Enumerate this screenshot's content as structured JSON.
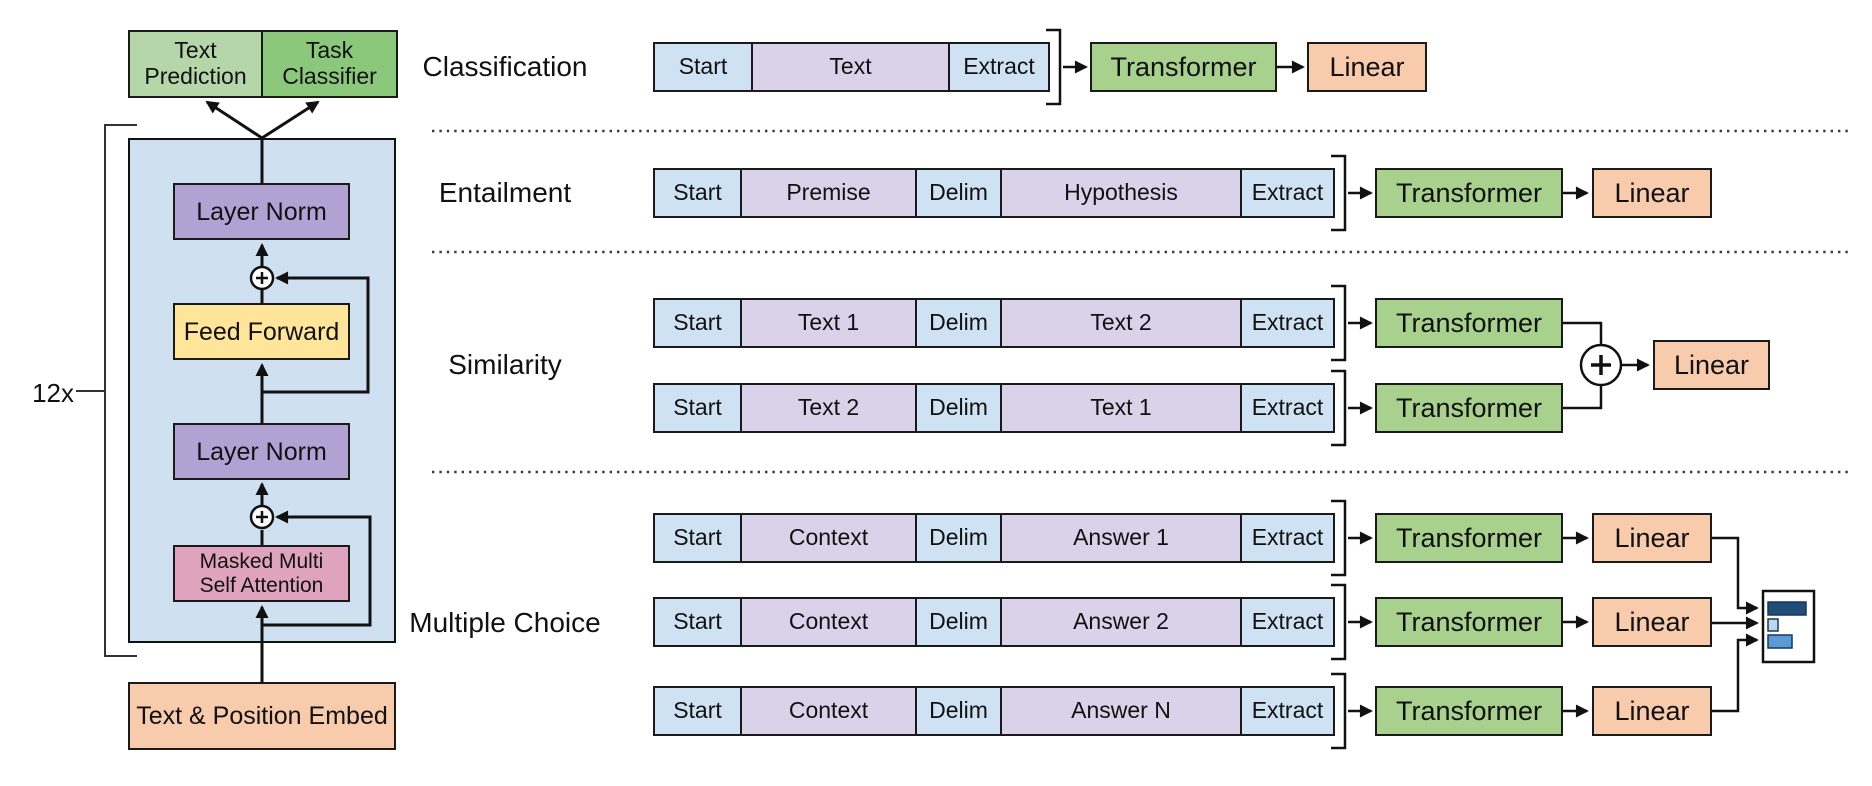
{
  "left_diagram": {
    "text_prediction": "Text Prediction",
    "task_classifier": "Task Classifier",
    "layer_norm_top": "Layer Norm",
    "feed_forward": "Feed Forward",
    "layer_norm_bottom": "Layer Norm",
    "masked_attention": "Masked Multi Self Attention",
    "embed": "Text & Position Embed",
    "repeat_label": "12x"
  },
  "shared": {
    "transformer": "Transformer",
    "linear": "Linear",
    "plus": "+"
  },
  "tasks": [
    {
      "label": "Classification",
      "rows": [
        {
          "tokens": [
            "Start",
            "Text",
            "Extract"
          ]
        }
      ]
    },
    {
      "label": "Entailment",
      "rows": [
        {
          "tokens": [
            "Start",
            "Premise",
            "Delim",
            "Hypothesis",
            "Extract"
          ]
        }
      ]
    },
    {
      "label": "Similarity",
      "rows": [
        {
          "tokens": [
            "Start",
            "Text 1",
            "Delim",
            "Text 2",
            "Extract"
          ]
        },
        {
          "tokens": [
            "Start",
            "Text 2",
            "Delim",
            "Text 1",
            "Extract"
          ]
        }
      ]
    },
    {
      "label": "Multiple Choice",
      "rows": [
        {
          "tokens": [
            "Start",
            "Context",
            "Delim",
            "Answer 1",
            "Extract"
          ]
        },
        {
          "tokens": [
            "Start",
            "Context",
            "Delim",
            "Answer 2",
            "Extract"
          ]
        },
        {
          "tokens": [
            "Start",
            "Context",
            "Delim",
            "Answer N",
            "Extract"
          ]
        }
      ],
      "result_bars": {
        "relative_values": [
          0.75,
          0.2,
          0.47
        ]
      }
    }
  ],
  "colors": {
    "token_blue": "#cfe2f3",
    "token_purple": "#d9d2e9",
    "transformer_green": "#a9d18e",
    "linear_orange": "#f8cbad",
    "container_blue": "#cfe0f1",
    "layer_norm_purple": "#b2a2d4",
    "feed_forward_yellow": "#ffe599",
    "attention_pink": "#dfa3bd",
    "embed_orange": "#f8cbad",
    "text_prediction_green": "#b5d6a8",
    "task_classifier_green": "#8cc87c",
    "bar_dark_blue": "#1f4e79",
    "bar_light_blue": "#bdd7ee",
    "bar_mid_blue": "#5b9bd5"
  }
}
